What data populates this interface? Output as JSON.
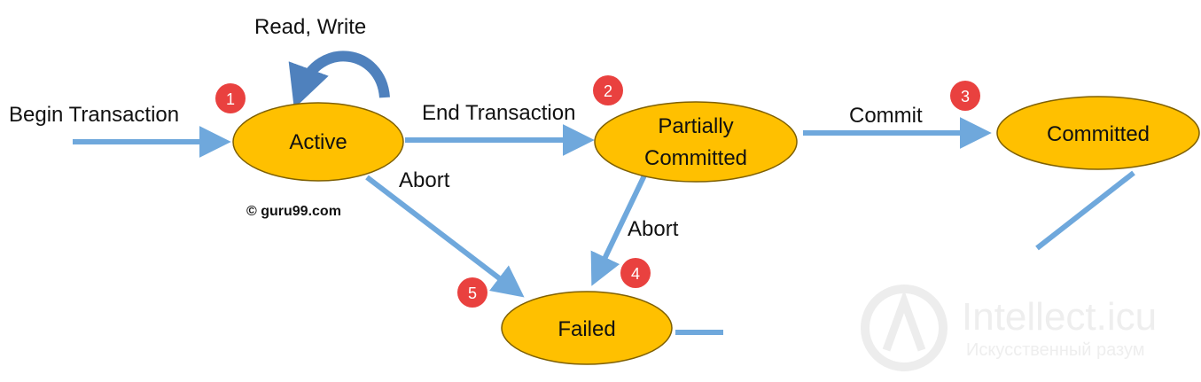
{
  "colors": {
    "state_fill": "#FFC000",
    "state_stroke": "#7F6000",
    "arrow": "#6FA8DC",
    "arrow_dark": "#5B9BD5",
    "loop_arrow": "#4F81BD",
    "badge": "#E9413F",
    "text": "#111111",
    "watermark": "#ECECEC"
  },
  "states": {
    "active": "Active",
    "partially_committed_line1": "Partially",
    "partially_committed_line2": "Committed",
    "committed": "Committed",
    "failed": "Failed"
  },
  "transitions": {
    "begin": "Begin Transaction",
    "read_write": "Read, Write",
    "end": "End Transaction",
    "commit": "Commit",
    "abort_active": "Abort",
    "abort_partial": "Abort"
  },
  "badges": [
    "1",
    "2",
    "3",
    "4",
    "5"
  ],
  "copyright": "© guru99.com",
  "watermark": {
    "main": "Intellect.icu",
    "sub": "Искусственный разум"
  }
}
